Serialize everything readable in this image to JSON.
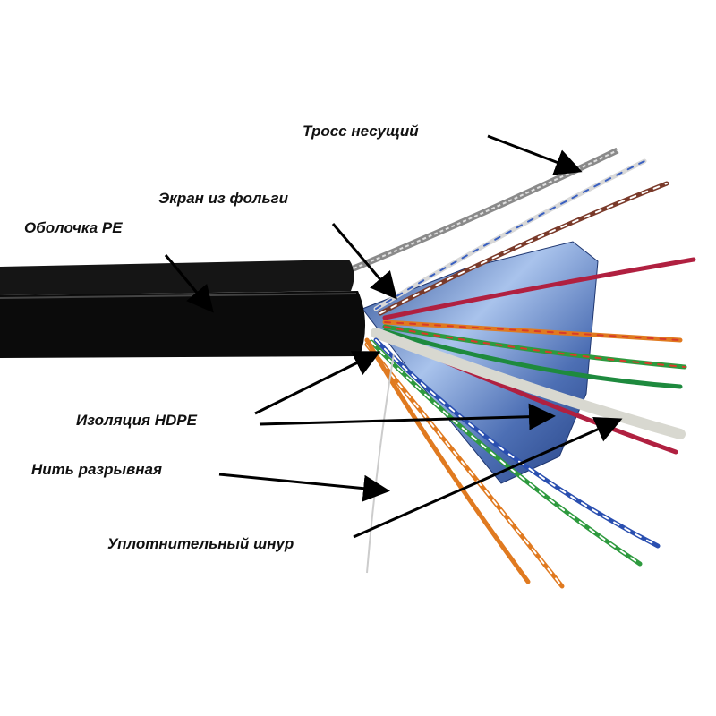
{
  "labels": {
    "messenger": "Тросс несущий",
    "foil_screen": "Экран из фольги",
    "jacket": "Оболочка PE",
    "insulation": "Изоляция HDPE",
    "ripcord": "Нить разрывная",
    "filler": "Уплотнительный шнур"
  },
  "colors": {
    "jacket": "#0d0d0d",
    "foil": "#6f8fc4",
    "pairs": [
      "#d83a2a",
      "#e07a20",
      "#2e9a3e",
      "#2a4fb0",
      "#7a4a2a",
      "#b02040",
      "#c0c0c0"
    ]
  }
}
